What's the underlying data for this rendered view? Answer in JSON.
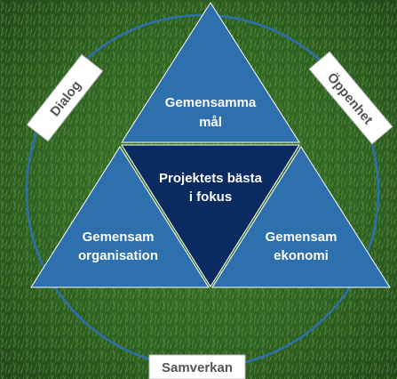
{
  "diagram": {
    "center": {
      "line1": "Projektets bästa",
      "line2": "i fokus"
    },
    "top": {
      "line1": "Gemensamma",
      "line2": "mål"
    },
    "left": {
      "line1": "Gemensam",
      "line2": "organisation"
    },
    "right": {
      "line1": "Gemensam",
      "line2": "ekonomi"
    },
    "tags": {
      "dialog": "Dialog",
      "openness": "Öppenhet",
      "cooperation": "Samverkan"
    }
  },
  "colors": {
    "triangle": "#2e6fae",
    "center_triangle": "#0a2b60",
    "circle": "#2e6fae",
    "tag_bg": "#ffffff",
    "tag_text": "#555555"
  }
}
